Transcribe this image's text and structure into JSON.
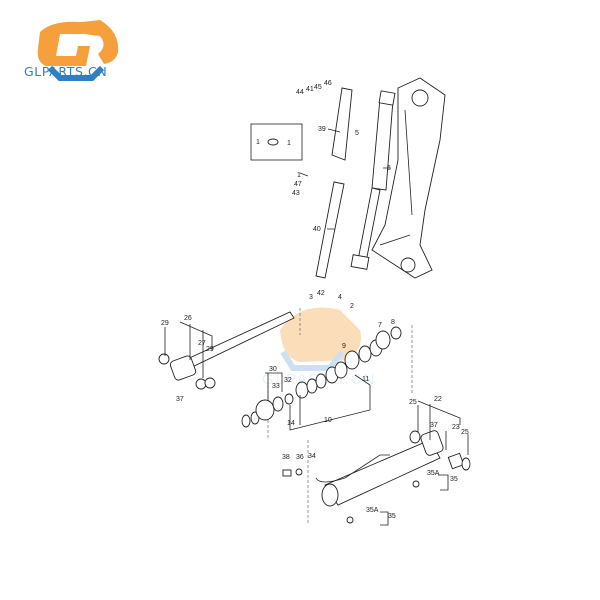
{
  "logo": {
    "text": "GLPARTS.CN",
    "colors": {
      "orange": "#f5a03c",
      "blue": "#2f7fc4"
    }
  },
  "watermark": {
    "text": "GLPARTS.CN"
  },
  "callouts": [
    "44",
    "41",
    "45",
    "46",
    "39",
    "5",
    "6",
    "1",
    "1",
    "1",
    "47",
    "43",
    "40",
    "3",
    "42",
    "4",
    "2",
    "29",
    "26",
    "27",
    "29",
    "37",
    "30",
    "33",
    "32",
    "14",
    "10",
    "11",
    "9",
    "7",
    "8",
    "25",
    "22",
    "37",
    "23",
    "25",
    "38",
    "36",
    "34",
    "35A",
    "35",
    "35A",
    "35"
  ]
}
